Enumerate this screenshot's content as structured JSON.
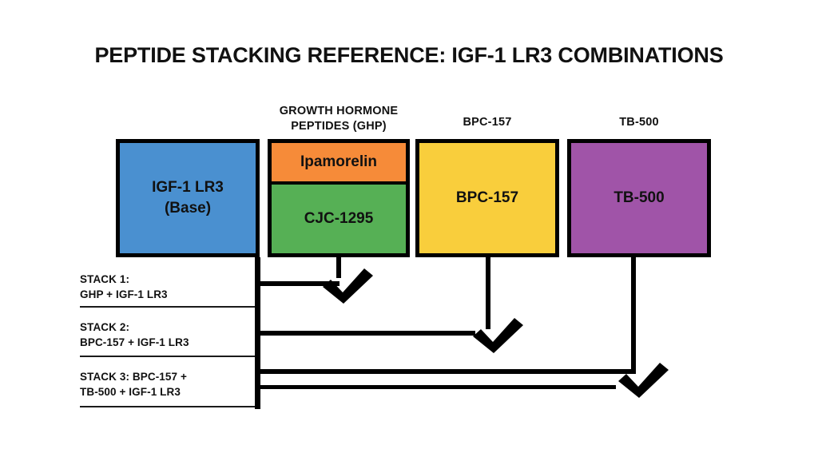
{
  "title": "PEPTIDE STACKING REFERENCE: IGF-1 LR3 COMBINATIONS",
  "columns": [
    {
      "header": "",
      "boxes": [
        {
          "label": "IGF-1 LR3\n(Base)",
          "color": "#4A90D0"
        }
      ]
    },
    {
      "header": "GROWTH HORMONE\nPEPTIDES (GHP)",
      "boxes": [
        {
          "label": "Ipamorelin",
          "color": "#F68B39"
        },
        {
          "label": "CJC-1295",
          "color": "#56B055"
        }
      ]
    },
    {
      "header": "BPC-157",
      "boxes": [
        {
          "label": "BPC-157",
          "color": "#F9CE3C"
        }
      ]
    },
    {
      "header": "TB-500",
      "boxes": [
        {
          "label": "TB-500",
          "color": "#A054A8"
        }
      ]
    }
  ],
  "base_box": {
    "line1": "IGF-1 LR3",
    "line2": "(Base)",
    "color": "#4A90D0"
  },
  "ghp": {
    "header_line1": "GROWTH HORMONE",
    "header_line2": "PEPTIDES (GHP)",
    "top_label": "Ipamorelin",
    "top_color": "#F68B39",
    "bottom_label": "CJC-1295",
    "bottom_color": "#56B055"
  },
  "bpc": {
    "header": "BPC-157",
    "label": "BPC-157",
    "color": "#F9CE3C"
  },
  "tb": {
    "header": "TB-500",
    "label": "TB-500",
    "color": "#A054A8"
  },
  "stacks": [
    {
      "line1": "STACK 1:",
      "line2": "GHP + IGF-1 LR3"
    },
    {
      "line1": "STACK 2:",
      "line2": "BPC-157 + IGF-1 LR3"
    },
    {
      "line1": "STACK 3: BPC-157 +",
      "line2": "TB-500 + IGF-1 LR3"
    }
  ],
  "colors": {
    "outline": "#000000",
    "text": "#111111",
    "background": "#FFFFFF"
  }
}
